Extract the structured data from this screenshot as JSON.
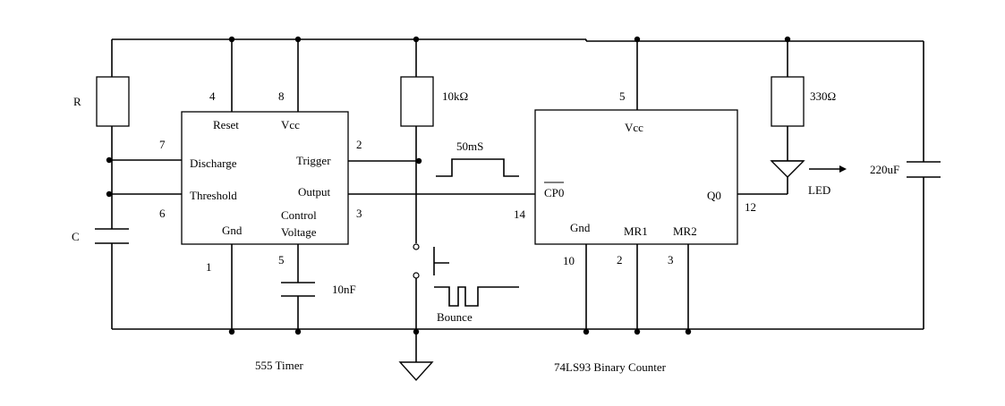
{
  "resistor_r": "R",
  "capacitor_c": "C",
  "timer": {
    "caption": "555 Timer",
    "pins": {
      "reset": "Reset",
      "vcc": "Vcc",
      "discharge": "Discharge",
      "trigger": "Trigger",
      "threshold": "Threshold",
      "output": "Output",
      "control": "Control",
      "voltage": "Voltage",
      "gnd": "Gnd"
    },
    "numbers": {
      "p4": "4",
      "p8": "8",
      "p7": "7",
      "p2": "2",
      "p6": "6",
      "p3": "3",
      "p1": "1",
      "p5": "5"
    }
  },
  "cap_10nf": "10nF",
  "pullup": "10kΩ",
  "pulse_label": "50mS",
  "bounce_label": "Bounce",
  "counter": {
    "caption": "74LS93 Binary Counter",
    "pins": {
      "vcc": "Vcc",
      "cp0": "CP0",
      "q0": "Q0",
      "gnd": "Gnd",
      "mr1": "MR1",
      "mr2": "MR2"
    },
    "numbers": {
      "p5": "5",
      "p14": "14",
      "p12": "12",
      "p10": "10",
      "p2": "2",
      "p3": "3"
    }
  },
  "led_resistor": "330Ω",
  "led_label": "LED",
  "cap_220uf": "220uF"
}
